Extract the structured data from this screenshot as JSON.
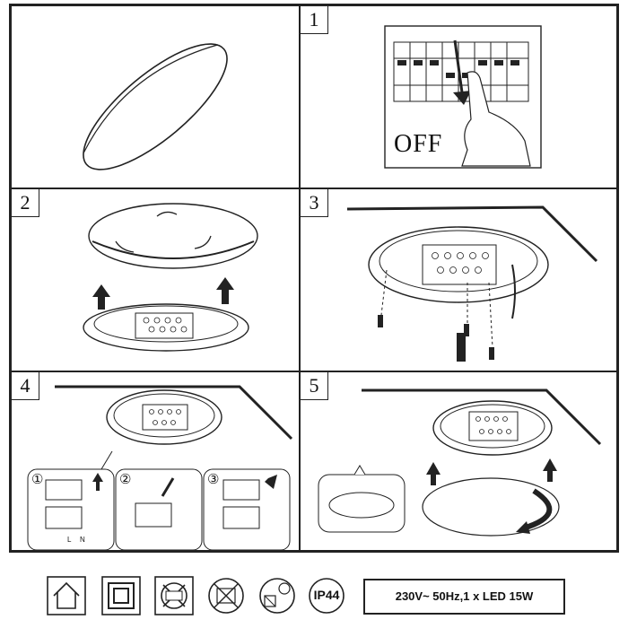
{
  "steps": [
    {
      "label": ""
    },
    {
      "label": "1"
    },
    {
      "label": "2"
    },
    {
      "label": "3"
    },
    {
      "label": "4"
    },
    {
      "label": "5"
    }
  ],
  "breaker": {
    "off_label": "OFF"
  },
  "wiring": {
    "substeps": [
      "①",
      "②",
      "③"
    ],
    "terminal_labels": [
      "L",
      "N"
    ]
  },
  "icons": [
    {
      "name": "indoor-use-icon"
    },
    {
      "name": "class-ii-insulation-icon"
    },
    {
      "name": "led-not-replaceable-icon"
    },
    {
      "name": "not-for-insulated-ceiling-icon"
    },
    {
      "name": "min-distance-lamp-icon"
    },
    {
      "name": "ip-rating-icon",
      "text": "IP44"
    }
  ],
  "spec": {
    "text": "230V~ 50Hz,1 x LED 15W"
  }
}
